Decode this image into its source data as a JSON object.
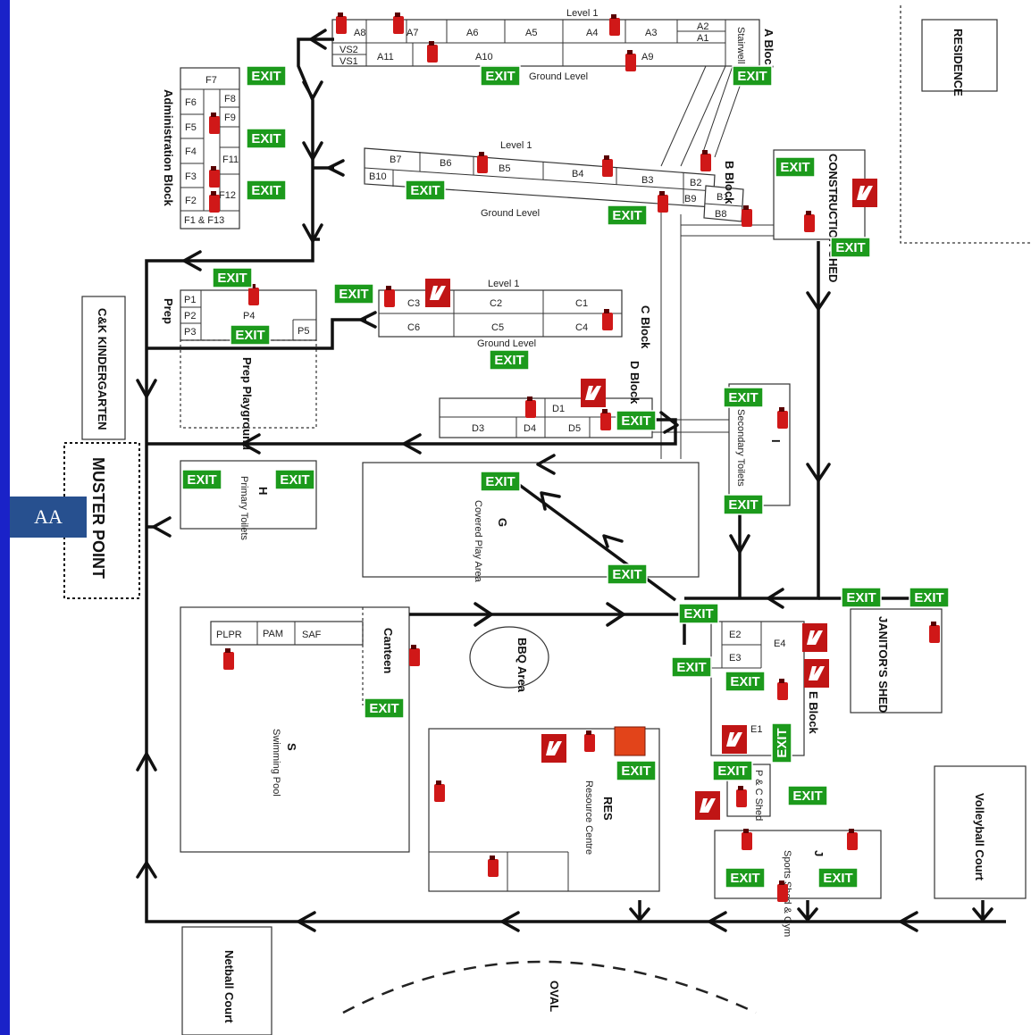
{
  "muster_code": "AA",
  "muster_point": "MUSTER POINT",
  "exit_label": "EXIT",
  "colors": {
    "exit": "#1c9a1c",
    "route": "#111111",
    "extinguisher": "#d01818",
    "muster_badge": "#27508f",
    "border": "#1a22c8"
  },
  "icons": [
    "fire-extinguisher-icon",
    "fire-alarm-icon",
    "exit-sign-icon",
    "route-arrow-icon"
  ],
  "a_block": {
    "level1": "Level 1",
    "ground": "Ground Level",
    "name": "A Block",
    "stairwell": "Stairwell",
    "top_rooms": [
      "A8",
      "A7",
      "A6",
      "A5",
      "A4",
      "A3",
      "A2",
      "A1"
    ],
    "bottom_rooms": [
      "VS2",
      "VS1",
      "A11",
      "A10",
      "A9"
    ]
  },
  "admin": {
    "title": "Administration Block",
    "rooms": [
      "F7",
      "F8",
      "F6",
      "F9",
      "F5",
      "F4",
      "F11",
      "F3",
      "F2",
      "F12",
      "F1 & F13"
    ]
  },
  "b_block": {
    "level1": "Level 1",
    "ground": "Ground Level",
    "name": "B Block",
    "rooms": [
      "B7",
      "B6",
      "B5",
      "B4",
      "B3",
      "B2",
      "B1",
      "B9",
      "B8",
      "B10"
    ]
  },
  "construction": "CONSTRUCTION SHED",
  "residence": "RESIDENCE",
  "kindergarten": "C&K KINDERGARTEN",
  "prep": {
    "title": "Prep",
    "rooms": [
      "P1",
      "P2",
      "P3",
      "P4",
      "P5"
    ],
    "playground": "Prep Playground"
  },
  "c_block": {
    "level1": "Level 1",
    "ground": "Ground Level",
    "name": "C Block",
    "rooms": [
      "C3",
      "C2",
      "C1",
      "C6",
      "C5",
      "C4"
    ]
  },
  "d_block": {
    "name": "D Block",
    "rooms": [
      "D1",
      "D3",
      "D4",
      "D5"
    ]
  },
  "i_block": {
    "code": "I",
    "name": "Secondary Toilets"
  },
  "h_block": {
    "code": "H",
    "name": "Primary Toilets"
  },
  "g_block": {
    "code": "G",
    "name": "Covered Play Area"
  },
  "canteen": {
    "name": "Canteen",
    "rooms": [
      "PLPR",
      "PAM",
      "SAF"
    ]
  },
  "pool": {
    "code": "S",
    "name": "Swimming Pool"
  },
  "bbq": "BBQ Area",
  "e_block": {
    "name": "E Block",
    "rooms": [
      "E2",
      "E4",
      "E3",
      "E1"
    ]
  },
  "janitor": "JANITOR'S SHED",
  "res": {
    "code": "RES",
    "name": "Resource Centre"
  },
  "pc_shed": "P & C Shed",
  "sports": {
    "code": "J",
    "name": "Sports Shed & Gym"
  },
  "volleyball": "Volleyball Court",
  "netball": "Netball Court",
  "oval": "OVAL"
}
